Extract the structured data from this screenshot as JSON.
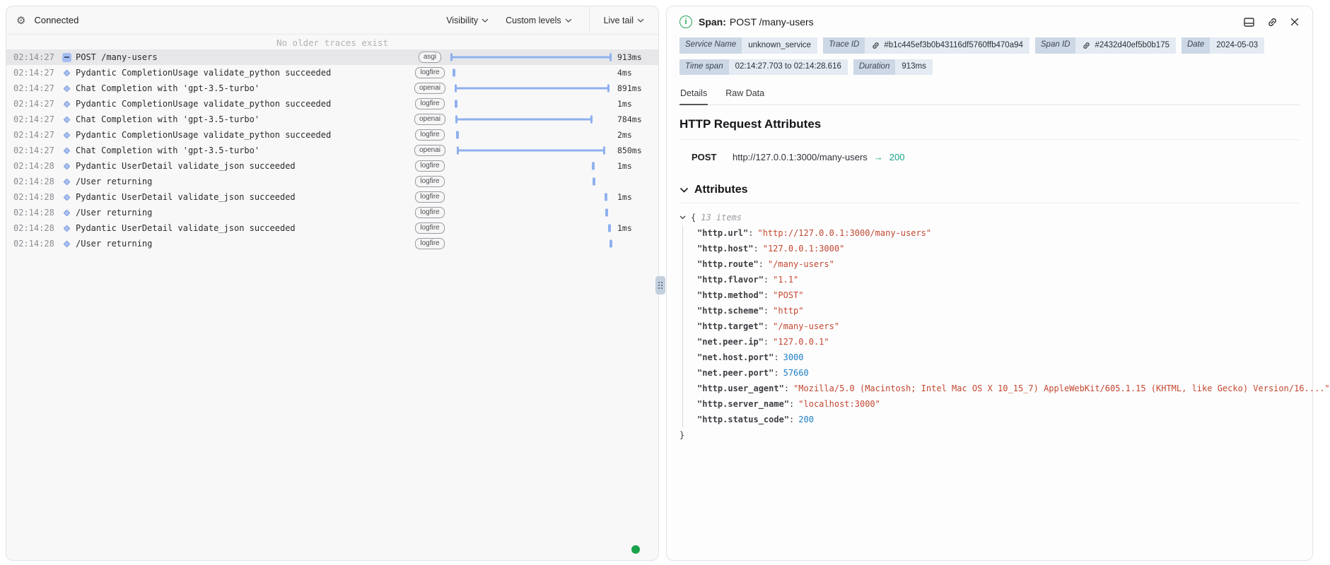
{
  "left_panel": {
    "status": "Connected",
    "toolbar": {
      "visibility": "Visibility",
      "custom_levels": "Custom levels",
      "live_tail": "Live tail"
    },
    "empty_notice": "No older traces exist",
    "rows": [
      {
        "time": "02:14:27",
        "icon": "collapse",
        "name": "POST /many-users",
        "tag": "asgi",
        "duration": "913ms",
        "selected": true,
        "bar": {
          "type": "span",
          "start": 0,
          "end": 100
        }
      },
      {
        "time": "02:14:27",
        "icon": "diamond",
        "name": "Pydantic CompletionUsage validate_python succeeded",
        "tag": "logfire",
        "duration": "4ms",
        "selected": false,
        "bar": {
          "type": "mark",
          "start": 1.5
        }
      },
      {
        "time": "02:14:27",
        "icon": "diamond",
        "name": "Chat Completion with 'gpt-3.5-turbo'",
        "tag": "openai",
        "duration": "891ms",
        "selected": false,
        "bar": {
          "type": "span",
          "start": 2.5,
          "end": 98.5
        }
      },
      {
        "time": "02:14:27",
        "icon": "diamond",
        "name": "Pydantic CompletionUsage validate_python succeeded",
        "tag": "logfire",
        "duration": "1ms",
        "selected": false,
        "bar": {
          "type": "mark",
          "start": 2.5
        }
      },
      {
        "time": "02:14:27",
        "icon": "diamond",
        "name": "Chat Completion with 'gpt-3.5-turbo'",
        "tag": "openai",
        "duration": "784ms",
        "selected": false,
        "bar": {
          "type": "span",
          "start": 3,
          "end": 88
        }
      },
      {
        "time": "02:14:27",
        "icon": "diamond",
        "name": "Pydantic CompletionUsage validate_python succeeded",
        "tag": "logfire",
        "duration": "2ms",
        "selected": false,
        "bar": {
          "type": "mark",
          "start": 3.5
        }
      },
      {
        "time": "02:14:27",
        "icon": "diamond",
        "name": "Chat Completion with 'gpt-3.5-turbo'",
        "tag": "openai",
        "duration": "850ms",
        "selected": false,
        "bar": {
          "type": "span",
          "start": 4,
          "end": 96
        }
      },
      {
        "time": "02:14:28",
        "icon": "diamond",
        "name": "Pydantic UserDetail validate_json succeeded",
        "tag": "logfire",
        "duration": "1ms",
        "selected": false,
        "bar": {
          "type": "mark",
          "start": 87.5
        }
      },
      {
        "time": "02:14:28",
        "icon": "diamond",
        "name": "/User returning",
        "tag": "logfire",
        "duration": "",
        "selected": false,
        "bar": {
          "type": "mark",
          "start": 88
        }
      },
      {
        "time": "02:14:28",
        "icon": "diamond",
        "name": "Pydantic UserDetail validate_json succeeded",
        "tag": "logfire",
        "duration": "1ms",
        "selected": false,
        "bar": {
          "type": "mark",
          "start": 95.5
        }
      },
      {
        "time": "02:14:28",
        "icon": "diamond",
        "name": "/User returning",
        "tag": "logfire",
        "duration": "",
        "selected": false,
        "bar": {
          "type": "mark",
          "start": 96
        }
      },
      {
        "time": "02:14:28",
        "icon": "diamond",
        "name": "Pydantic UserDetail validate_json succeeded",
        "tag": "logfire",
        "duration": "1ms",
        "selected": false,
        "bar": {
          "type": "mark",
          "start": 98
        }
      },
      {
        "time": "02:14:28",
        "icon": "diamond",
        "name": "/User returning",
        "tag": "logfire",
        "duration": "",
        "selected": false,
        "bar": {
          "type": "mark",
          "start": 98.5
        }
      }
    ]
  },
  "span_panel": {
    "title_label": "Span:",
    "title_value": "POST /many-users",
    "badges_row1": [
      {
        "label": "Service Name",
        "value": "unknown_service",
        "link": false
      },
      {
        "label": "Trace ID",
        "value": "#b1c445ef3b0b43116df5760ffb470a94",
        "link": true
      },
      {
        "label": "Span ID",
        "value": "#2432d40ef5b0b175",
        "link": true
      },
      {
        "label": "Date",
        "value": "2024-05-03",
        "link": false
      }
    ],
    "badges_row2": [
      {
        "label": "Time span",
        "value": "02:14:27.703 to 02:14:28.616",
        "link": false
      },
      {
        "label": "Duration",
        "value": "913ms",
        "link": false
      }
    ],
    "tabs": [
      {
        "label": "Details",
        "active": true
      },
      {
        "label": "Raw Data",
        "active": false
      }
    ],
    "http_heading": "HTTP Request Attributes",
    "request": {
      "method": "POST",
      "url": "http://127.0.0.1:3000/many-users",
      "arrow": "→",
      "status": "200"
    },
    "attributes_heading": "Attributes",
    "attributes": {
      "items_label": "13 items",
      "open_brace": "{",
      "close_brace": "}",
      "entries": [
        {
          "key": "http.url",
          "value": "http://127.0.0.1:3000/many-users",
          "type": "string"
        },
        {
          "key": "http.host",
          "value": "127.0.0.1:3000",
          "type": "string"
        },
        {
          "key": "http.route",
          "value": "/many-users",
          "type": "string"
        },
        {
          "key": "http.flavor",
          "value": "1.1",
          "type": "string"
        },
        {
          "key": "http.method",
          "value": "POST",
          "type": "string"
        },
        {
          "key": "http.scheme",
          "value": "http",
          "type": "string"
        },
        {
          "key": "http.target",
          "value": "/many-users",
          "type": "string"
        },
        {
          "key": "net.peer.ip",
          "value": "127.0.0.1",
          "type": "string"
        },
        {
          "key": "net.host.port",
          "value": "3000",
          "type": "number"
        },
        {
          "key": "net.peer.port",
          "value": "57660",
          "type": "number"
        },
        {
          "key": "http.user_agent",
          "value": "Mozilla/5.0 (Macintosh; Intel Mac OS X 10_15_7) AppleWebKit/605.1.15 (KHTML, like Gecko) Version/16....",
          "type": "string"
        },
        {
          "key": "http.server_name",
          "value": "localhost:3000",
          "type": "string"
        },
        {
          "key": "http.status_code",
          "value": "200",
          "type": "number"
        }
      ]
    }
  },
  "colors": {
    "bar_blue": "#8fb1ee",
    "status_green": "#1aa24c",
    "teal_status": "#17a385",
    "json_string": "#c4472f",
    "json_number": "#1e7fc2"
  }
}
